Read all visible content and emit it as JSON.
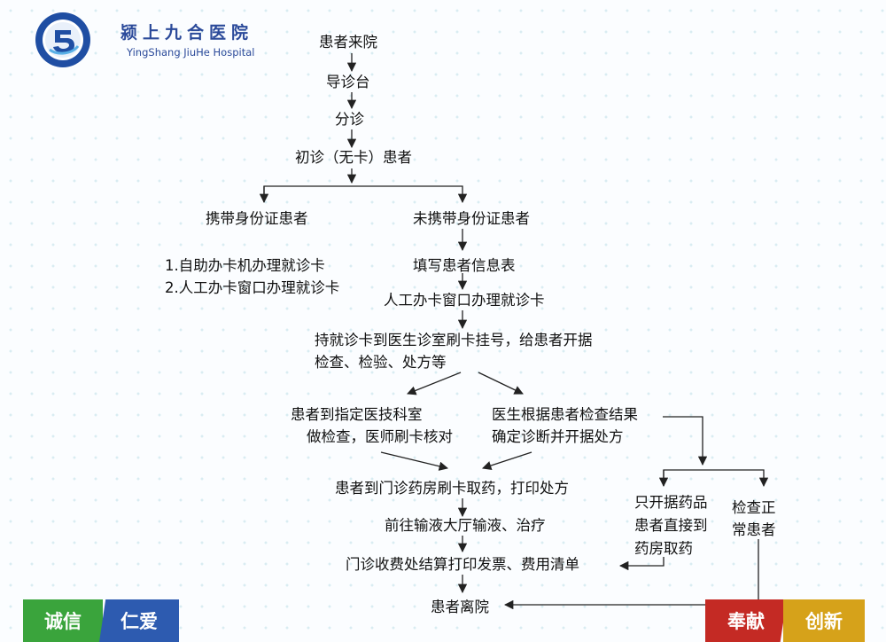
{
  "header": {
    "name": "颍上九合医院",
    "name_en": "YingShang JiuHe Hospital"
  },
  "flow": {
    "arrive": "患者来院",
    "guide": "导诊台",
    "triage": "分诊",
    "first_visit": "初诊（无卡）患者",
    "with_id": "携带身份证患者",
    "without_id": "未携带身份证患者",
    "self_machine": "1.自助办卡机办理就诊卡",
    "manual_window": "2.人工办卡窗口办理就诊卡",
    "fill_form": "填写患者信息表",
    "manual_card": "人工办卡窗口办理就诊卡",
    "register_1": "持就诊卡到医生诊室刷卡挂号，给患者开据",
    "register_2": "检查、检验、处方等",
    "exam_1": "患者到指定医技科室",
    "exam_2": "做检查，医师刷卡核对",
    "diagnose_1": "医生根据患者检查结果",
    "diagnose_2": "确定诊断并开据处方",
    "pharmacy": "患者到门诊药房刷卡取药，打印处方",
    "infusion": "前往输液大厅输液、治疗",
    "billing": "门诊收费处结算打印发票、费用清单",
    "leave": "患者离院",
    "drug_only_1": "只开据药品",
    "drug_only_2": "患者直接到",
    "drug_only_3": "药房取药",
    "normal_1": "检查正",
    "normal_2": "常患者"
  },
  "values_bar": {
    "honesty": "诚信",
    "kindness": "仁爱",
    "dedication": "奉献",
    "innovation": "创新"
  },
  "colors": {
    "brand": "#2b4a9a",
    "green": "#3aa43c",
    "blue": "#2d5bb0",
    "red": "#c42a24",
    "gold": "#d6a21a"
  }
}
